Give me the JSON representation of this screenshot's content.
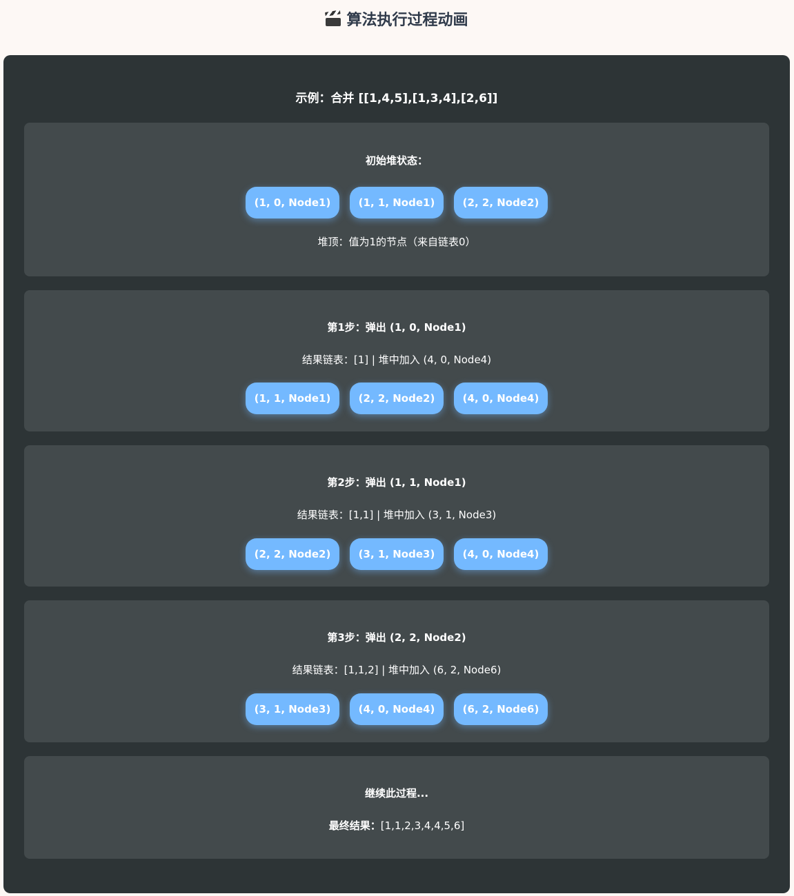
{
  "page_title": "算法执行过程动画",
  "example_title": "示例：合并 [[1,4,5],[1,3,4],[2,6]]",
  "colors": {
    "page_background": "#fdf8f5",
    "panel_background": "#2d3436",
    "card_background": "#434a4c",
    "pill_background": "#74b9ff",
    "title_text": "#2f3a4a"
  },
  "initial": {
    "heading": "初始堆状态：",
    "heap": [
      "(1, 0, Node1)",
      "(1, 1, Node1)",
      "(2, 2, Node2)"
    ],
    "note": "堆顶：值为1的节点（来自链表0）"
  },
  "steps": [
    {
      "heading": "第1步：弹出 (1, 0, Node1)",
      "info": "结果链表：[1] | 堆中加入 (4, 0, Node4)",
      "heap": [
        "(1, 1, Node1)",
        "(2, 2, Node2)",
        "(4, 0, Node4)"
      ]
    },
    {
      "heading": "第2步：弹出 (1, 1, Node1)",
      "info": "结果链表：[1,1] | 堆中加入 (3, 1, Node3)",
      "heap": [
        "(2, 2, Node2)",
        "(3, 1, Node3)",
        "(4, 0, Node4)"
      ]
    },
    {
      "heading": "第3步：弹出 (2, 2, Node2)",
      "info": "结果链表：[1,1,2] | 堆中加入 (6, 2, Node6)",
      "heap": [
        "(3, 1, Node3)",
        "(4, 0, Node4)",
        "(6, 2, Node6)"
      ]
    }
  ],
  "final": {
    "heading": "继续此过程...",
    "result_label": "最终结果：",
    "result_value": "[1,1,2,3,4,4,5,6]"
  }
}
